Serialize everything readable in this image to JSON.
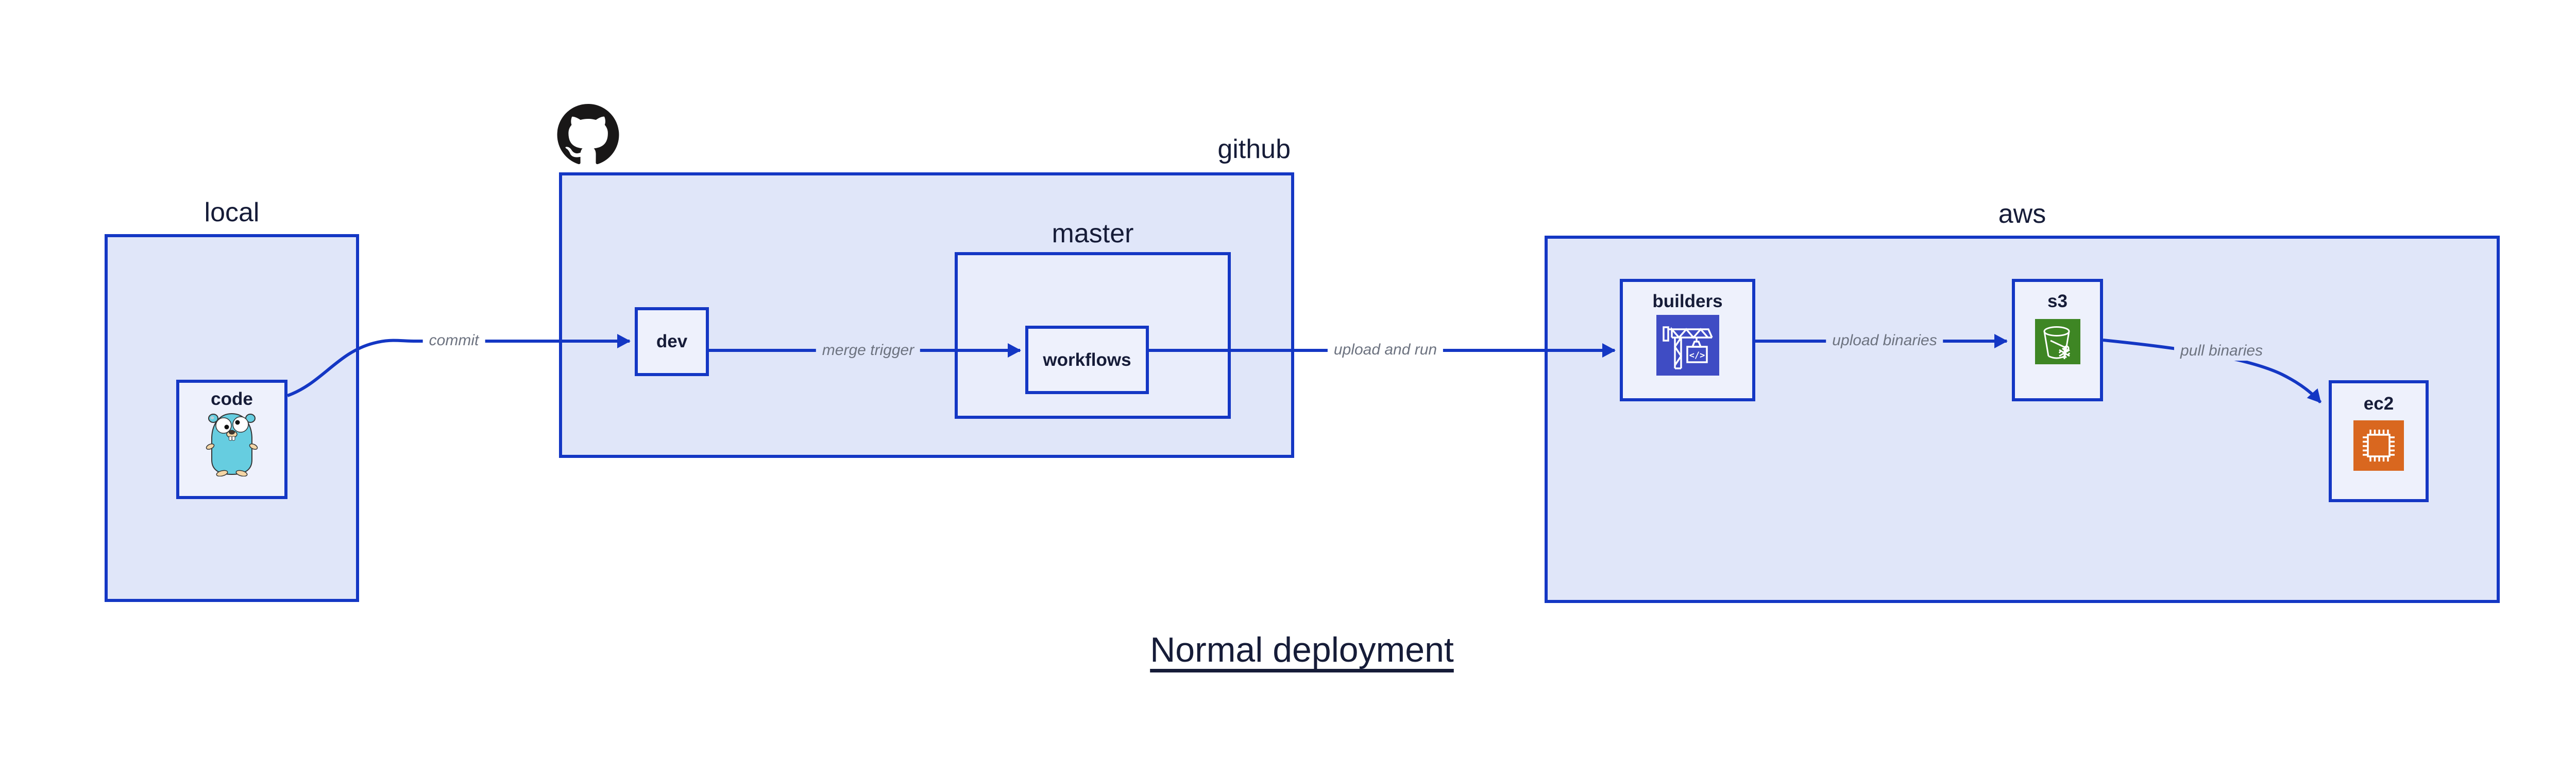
{
  "title": "Normal deployment",
  "sections": {
    "local": {
      "label": "local"
    },
    "github": {
      "label": "github"
    },
    "master": {
      "label": "master"
    },
    "aws": {
      "label": "aws"
    }
  },
  "nodes": {
    "code": {
      "label": "code",
      "icon": "go-gopher-icon"
    },
    "dev": {
      "label": "dev"
    },
    "workflows": {
      "label": "workflows"
    },
    "builders": {
      "label": "builders",
      "icon": "aws-codebuild-icon"
    },
    "s3": {
      "label": "s3",
      "icon": "aws-s3-bucket-icon"
    },
    "ec2": {
      "label": "ec2",
      "icon": "aws-ec2-chip-icon"
    }
  },
  "edges": {
    "commit": {
      "label": "commit"
    },
    "merge_trigger": {
      "label": "merge trigger"
    },
    "upload_and_run": {
      "label": "upload and run"
    },
    "upload_binaries": {
      "label": "upload binaries"
    },
    "pull_binaries": {
      "label": "pull binaries"
    }
  },
  "icons": {
    "octocat": "github-octocat-icon",
    "codebuild_code_glyph": "</>"
  },
  "colors": {
    "edge_and_border": "#1437c4",
    "outer_box_fill": "#e0e6f9",
    "master_box_fill": "#e9edfb",
    "node_box_fill": "#eef1fc",
    "label_text": "#161c38",
    "edge_label_text": "#6d7380",
    "codebuild_icon_bg": "#3f4cc4",
    "s3_icon_bg": "#3e8624",
    "ec2_icon_bg": "#d9671f",
    "gopher_body": "#66cde0",
    "octocat_fill": "#191717",
    "page_background": "#ffffff"
  }
}
